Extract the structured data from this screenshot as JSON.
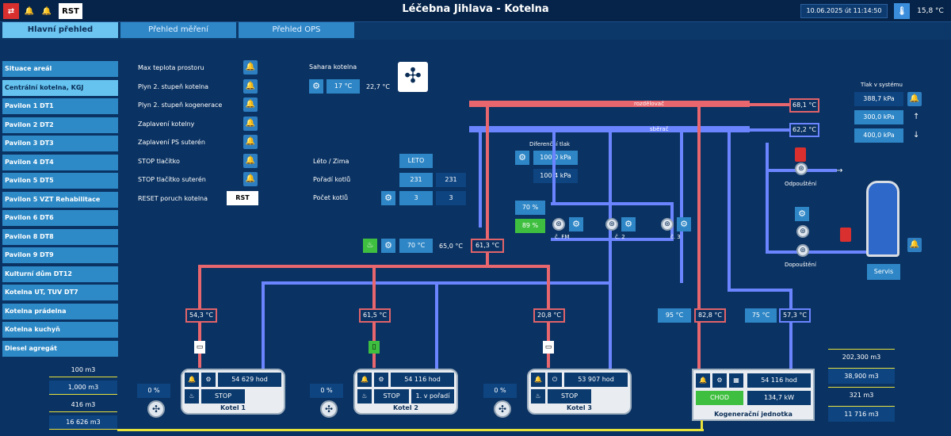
{
  "topbar": {
    "btn_rst": "RST",
    "title": "Léčebna Jihlava - Kotelna",
    "datetime": "10.06.2025 út 11:14:50",
    "outdoor_temp": "15,8 °C"
  },
  "tabs": [
    "Hlavní přehled",
    "Přehled měření",
    "Přehled OPS"
  ],
  "sidebar": [
    "Situace areál",
    "Centrální kotelna, KGJ",
    "Pavilon 1 DT1",
    "Pavilon 2 DT2",
    "Pavilon 3 DT3",
    "Pavilon 4 DT4",
    "Pavilon 5 DT5",
    "Pavilon 5 VZT Rehabilitace",
    "Pavilon 6 DT6",
    "Pavilon 8 DT8",
    "Pavilon 9 DT9",
    "Kulturní dům DT12",
    "Kotelna UT, TUV DT7",
    "Kotelna prádelna",
    "Kotelna kuchyň",
    "Diesel agregát"
  ],
  "alarms": [
    "Max teplota prostoru",
    "Plyn 2. stupeň kotelna",
    "Plyn 2. stupeň kogenerace",
    "Zaplavení kotelny",
    "Zaplavení PS suterén",
    "STOP tlačítko",
    "STOP tlačítko suterén",
    "RESET poruch kotelna"
  ],
  "reset_btn": "RST",
  "sahara": {
    "label": "Sahara kotelna",
    "set": "17 °C",
    "actual": "22,7 °C"
  },
  "season": {
    "label": "Léto / Zima",
    "value": "LETO"
  },
  "order": {
    "label": "Pořadí kotlů",
    "v1": "231",
    "v2": "231"
  },
  "count": {
    "label": "Počet kotlů",
    "v1": "3",
    "v2": "3"
  },
  "diff": {
    "label": "Diferenční tlak",
    "set": "100,0 kPa",
    "actual": "100,4 kPa"
  },
  "pumps": {
    "pct1": "70 %",
    "pct2": "89 %",
    "fm": "č. FM",
    "p2": "č. 2",
    "p3": "č. 3"
  },
  "header_pipes": {
    "supply": "rozdělovač",
    "return": "sběrač",
    "supply_temp": "68,1 °C",
    "return_temp": "62,2 °C"
  },
  "pressure": {
    "label": "Tlak v systému",
    "actual": "388,7 kPa",
    "hi": "300,0 kPa",
    "lo": "400,0 kPa"
  },
  "relief": {
    "odp": "Odpouštění",
    "dop": "Dopouštění"
  },
  "servis": "Servis",
  "mixer": {
    "setpoint": "70 °C",
    "actual": "65,0 °C",
    "supply": "61,3 °C"
  },
  "boiler_temps": [
    "54,3 °C",
    "61,5 °C",
    "20,8 °C"
  ],
  "kgj_temps": {
    "set_sup": "95 °C",
    "sup": "82,8 °C",
    "set_ret": "75 °C",
    "ret": "57,3 °C"
  },
  "boilers": [
    {
      "name": "Kotel 1",
      "hours": "54 629 hod",
      "state": "STOP",
      "order": "",
      "pct": "0 %"
    },
    {
      "name": "Kotel 2",
      "hours": "54 116 hod",
      "state": "STOP",
      "order": "1. v pořadí",
      "pct": "0 %"
    },
    {
      "name": "Kotel 3",
      "hours": "53 907 hod",
      "state": "STOP",
      "order": "",
      "pct": "0 %"
    }
  ],
  "kgj": {
    "name": "Kogenerační jednotka",
    "hours": "54 116 hod",
    "state": "CHOD",
    "power": "134,7 kW"
  },
  "meters_left": [
    "100 m3",
    "1,000 m3",
    "416 m3",
    "16 626 m3"
  ],
  "meters_right": [
    "202,300 m3",
    "38,900 m3",
    "321 m3",
    "11 716 m3"
  ],
  "colors": {
    "supply": "#e8666e",
    "return": "#6b84ff",
    "gas": "#e8e23a",
    "panel": "#2e86c6"
  }
}
